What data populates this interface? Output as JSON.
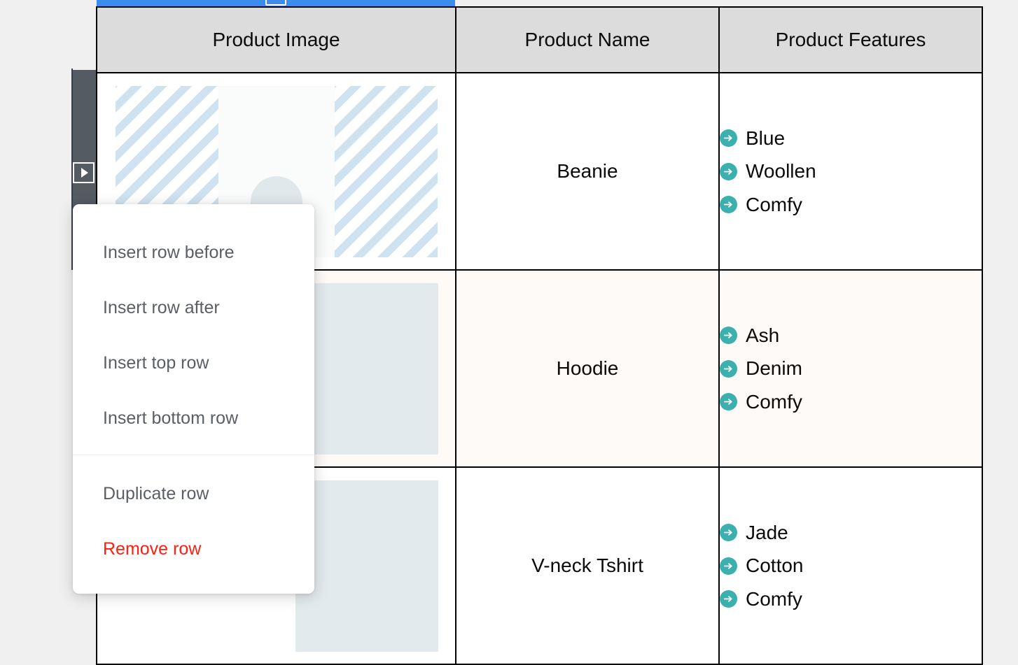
{
  "background_color": "#f0f0f0",
  "selection": {
    "bar_color": "#3c8ced",
    "handle_name": "column-resize-handle",
    "row_handle_color": "#555b63",
    "row_handle_glyph": "▶"
  },
  "table": {
    "header_background": "#dcdcdc",
    "border_color": "#000000",
    "columns": [
      {
        "key": "image",
        "label": "Product Image"
      },
      {
        "key": "name",
        "label": "Product Name"
      },
      {
        "key": "features",
        "label": "Product Features"
      }
    ],
    "rows": [
      {
        "name": "Beanie",
        "image_kind": "striped-placeholder-with-beanie-photo",
        "row_background": "#ffffff",
        "features": [
          "Blue",
          "Woollen",
          "Comfy"
        ]
      },
      {
        "name": "Hoodie",
        "image_kind": "solid-placeholder",
        "row_background": "#fdfaf8",
        "features": [
          "Ash",
          "Denim",
          "Comfy"
        ]
      },
      {
        "name": "V-neck Tshirt",
        "image_kind": "solid-placeholder",
        "row_background": "#ffffff",
        "features": [
          "Jade",
          "Cotton",
          "Comfy"
        ]
      }
    ]
  },
  "feature_icon": {
    "name": "arrow-right-circle-icon",
    "color": "#3cafaf",
    "glyph_color": "#ffffff"
  },
  "context_menu": {
    "groups": [
      {
        "items": [
          {
            "label": "Insert row before",
            "style": "normal"
          },
          {
            "label": "Insert row after",
            "style": "normal"
          },
          {
            "label": "Insert top row",
            "style": "normal"
          },
          {
            "label": "Insert bottom row",
            "style": "normal"
          }
        ]
      },
      {
        "items": [
          {
            "label": "Duplicate row",
            "style": "normal"
          },
          {
            "label": "Remove row",
            "style": "danger"
          }
        ]
      }
    ],
    "danger_color": "#fe1f10",
    "text_color": "#5a5f66"
  }
}
